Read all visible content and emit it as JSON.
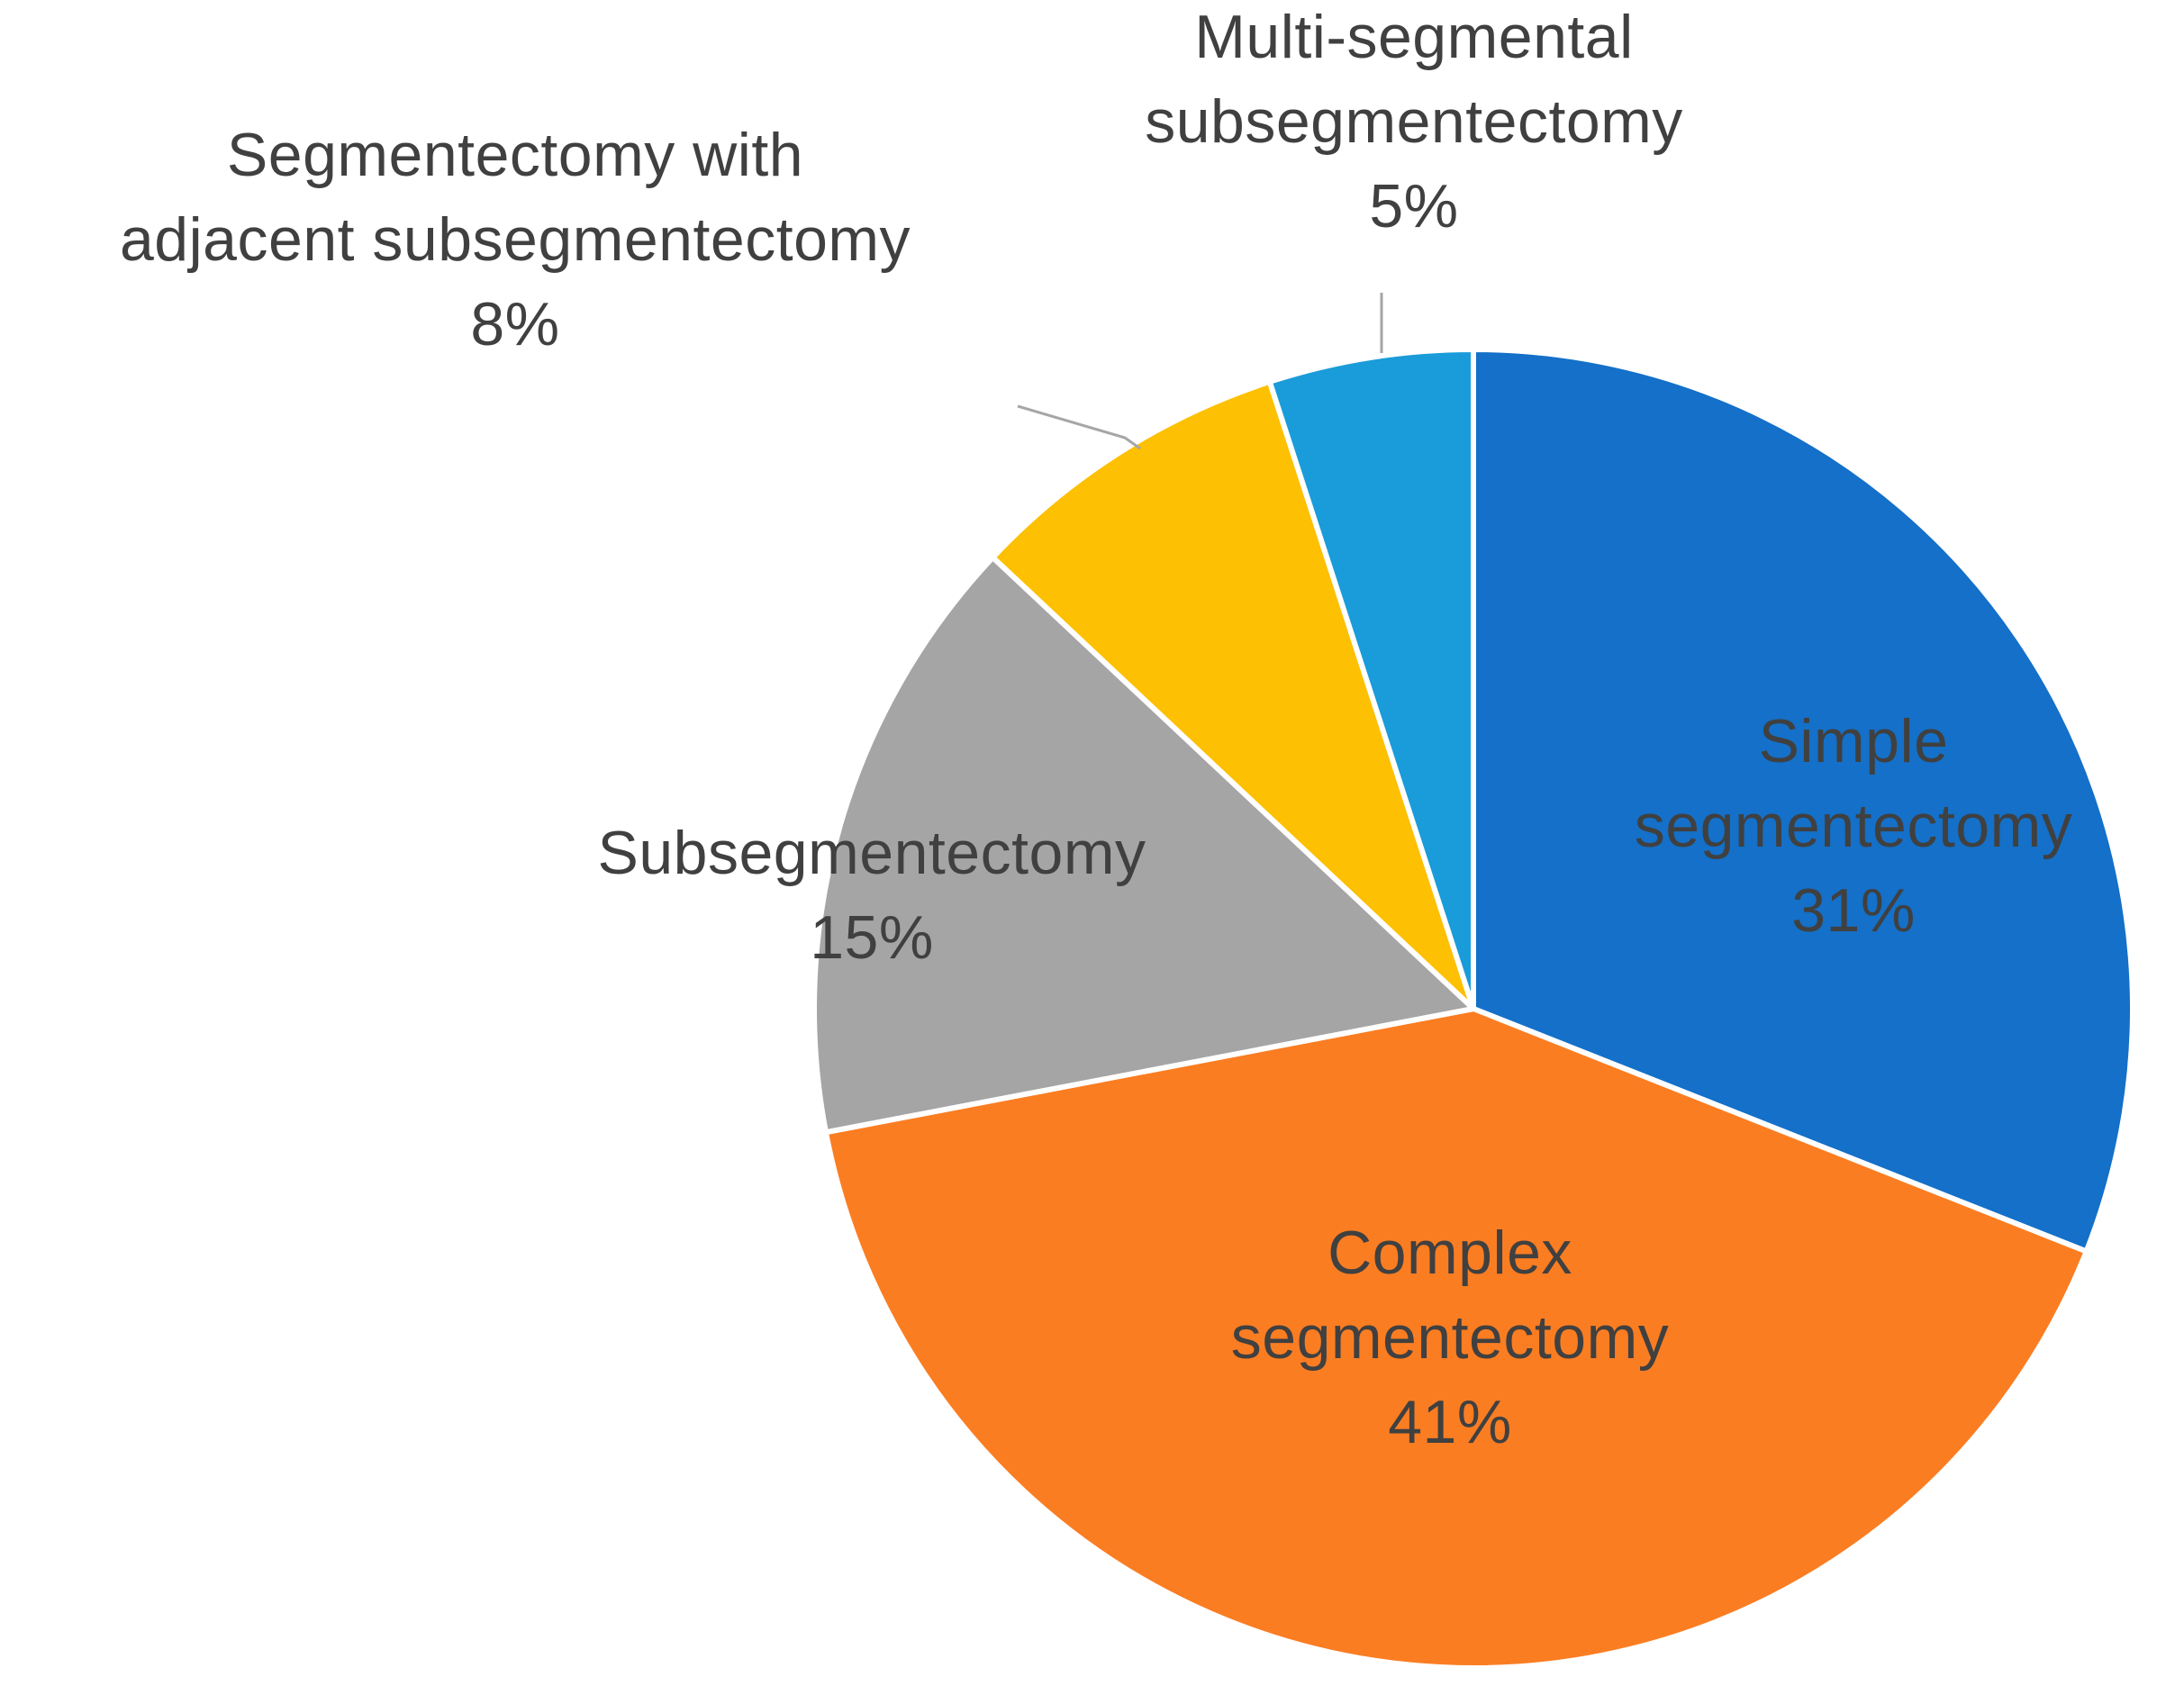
{
  "chart_data": {
    "type": "pie",
    "start_angle_deg": 0,
    "direction": "clockwise",
    "slices": [
      {
        "name": "Simple segmentectomy",
        "label_lines": [
          "Simple",
          "segmentectomy",
          "31%"
        ],
        "value": 31,
        "color": "#1470c8",
        "label_placement": "inside"
      },
      {
        "name": "Complex segmentectomy",
        "label_lines": [
          "Complex",
          "segmentectomy",
          "41%"
        ],
        "value": 41,
        "color": "#fb7d22",
        "label_placement": "inside"
      },
      {
        "name": "Subsegmentectomy",
        "label_lines": [
          "Subsegmentectomy",
          "15%"
        ],
        "value": 15,
        "color": "#a5a5a5",
        "label_placement": "inside"
      },
      {
        "name": "Segmentectomy with adjacent subsegmentectomy",
        "label_lines": [
          "Segmentectomy  with",
          "adjacent  subsegmentectomy",
          "8%"
        ],
        "value": 8,
        "color": "#fdc002",
        "label_placement": "outside"
      },
      {
        "name": "Multi-segmental subsegmentectomy",
        "label_lines": [
          "Multi-segmental",
          "subsegmentectomy",
          "5%"
        ],
        "value": 5,
        "color": "#199cd9",
        "label_placement": "outside"
      }
    ],
    "title": "",
    "legend": "none"
  }
}
